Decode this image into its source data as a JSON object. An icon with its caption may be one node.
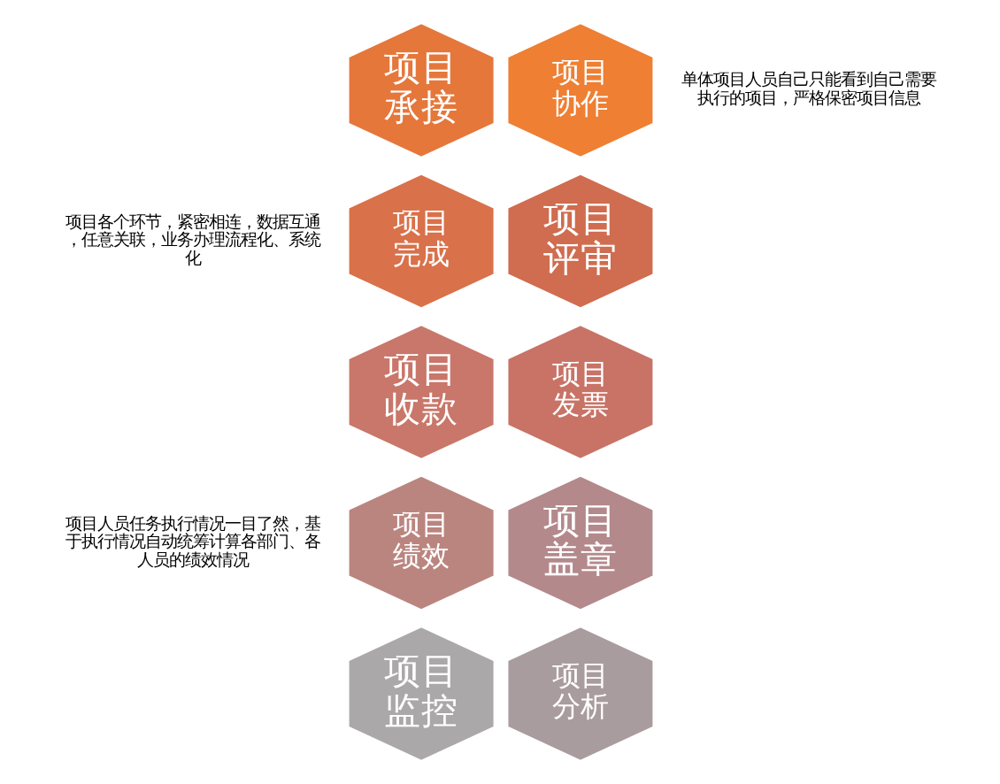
{
  "diagram": {
    "nodes": [
      {
        "text": [
          "项目承接"
        ]
      },
      {
        "text": [
          "项目协作"
        ]
      },
      {
        "text": [
          "项目完成"
        ]
      },
      {
        "text": [
          "项目评审"
        ]
      },
      {
        "text": [
          "项目收款"
        ]
      },
      {
        "text": [
          "项目发票"
        ]
      },
      {
        "text": [
          "项目绩效"
        ]
      },
      {
        "text": [
          "项目盖章"
        ]
      },
      {
        "text": [
          "项目监控"
        ]
      },
      {
        "text": [
          "项目分析"
        ]
      }
    ],
    "labels": [
      "单体项目人员自己只能看到自己需要执行的项目，严格保密项目信息",
      "项目各个环节，紧密相连，数据互通，任意关联，业务办理流程化、系统化",
      "项目人员任务执行情况一目了然，基于执行情况自动统筹计算各部门、各人员的绩效情况"
    ]
  }
}
